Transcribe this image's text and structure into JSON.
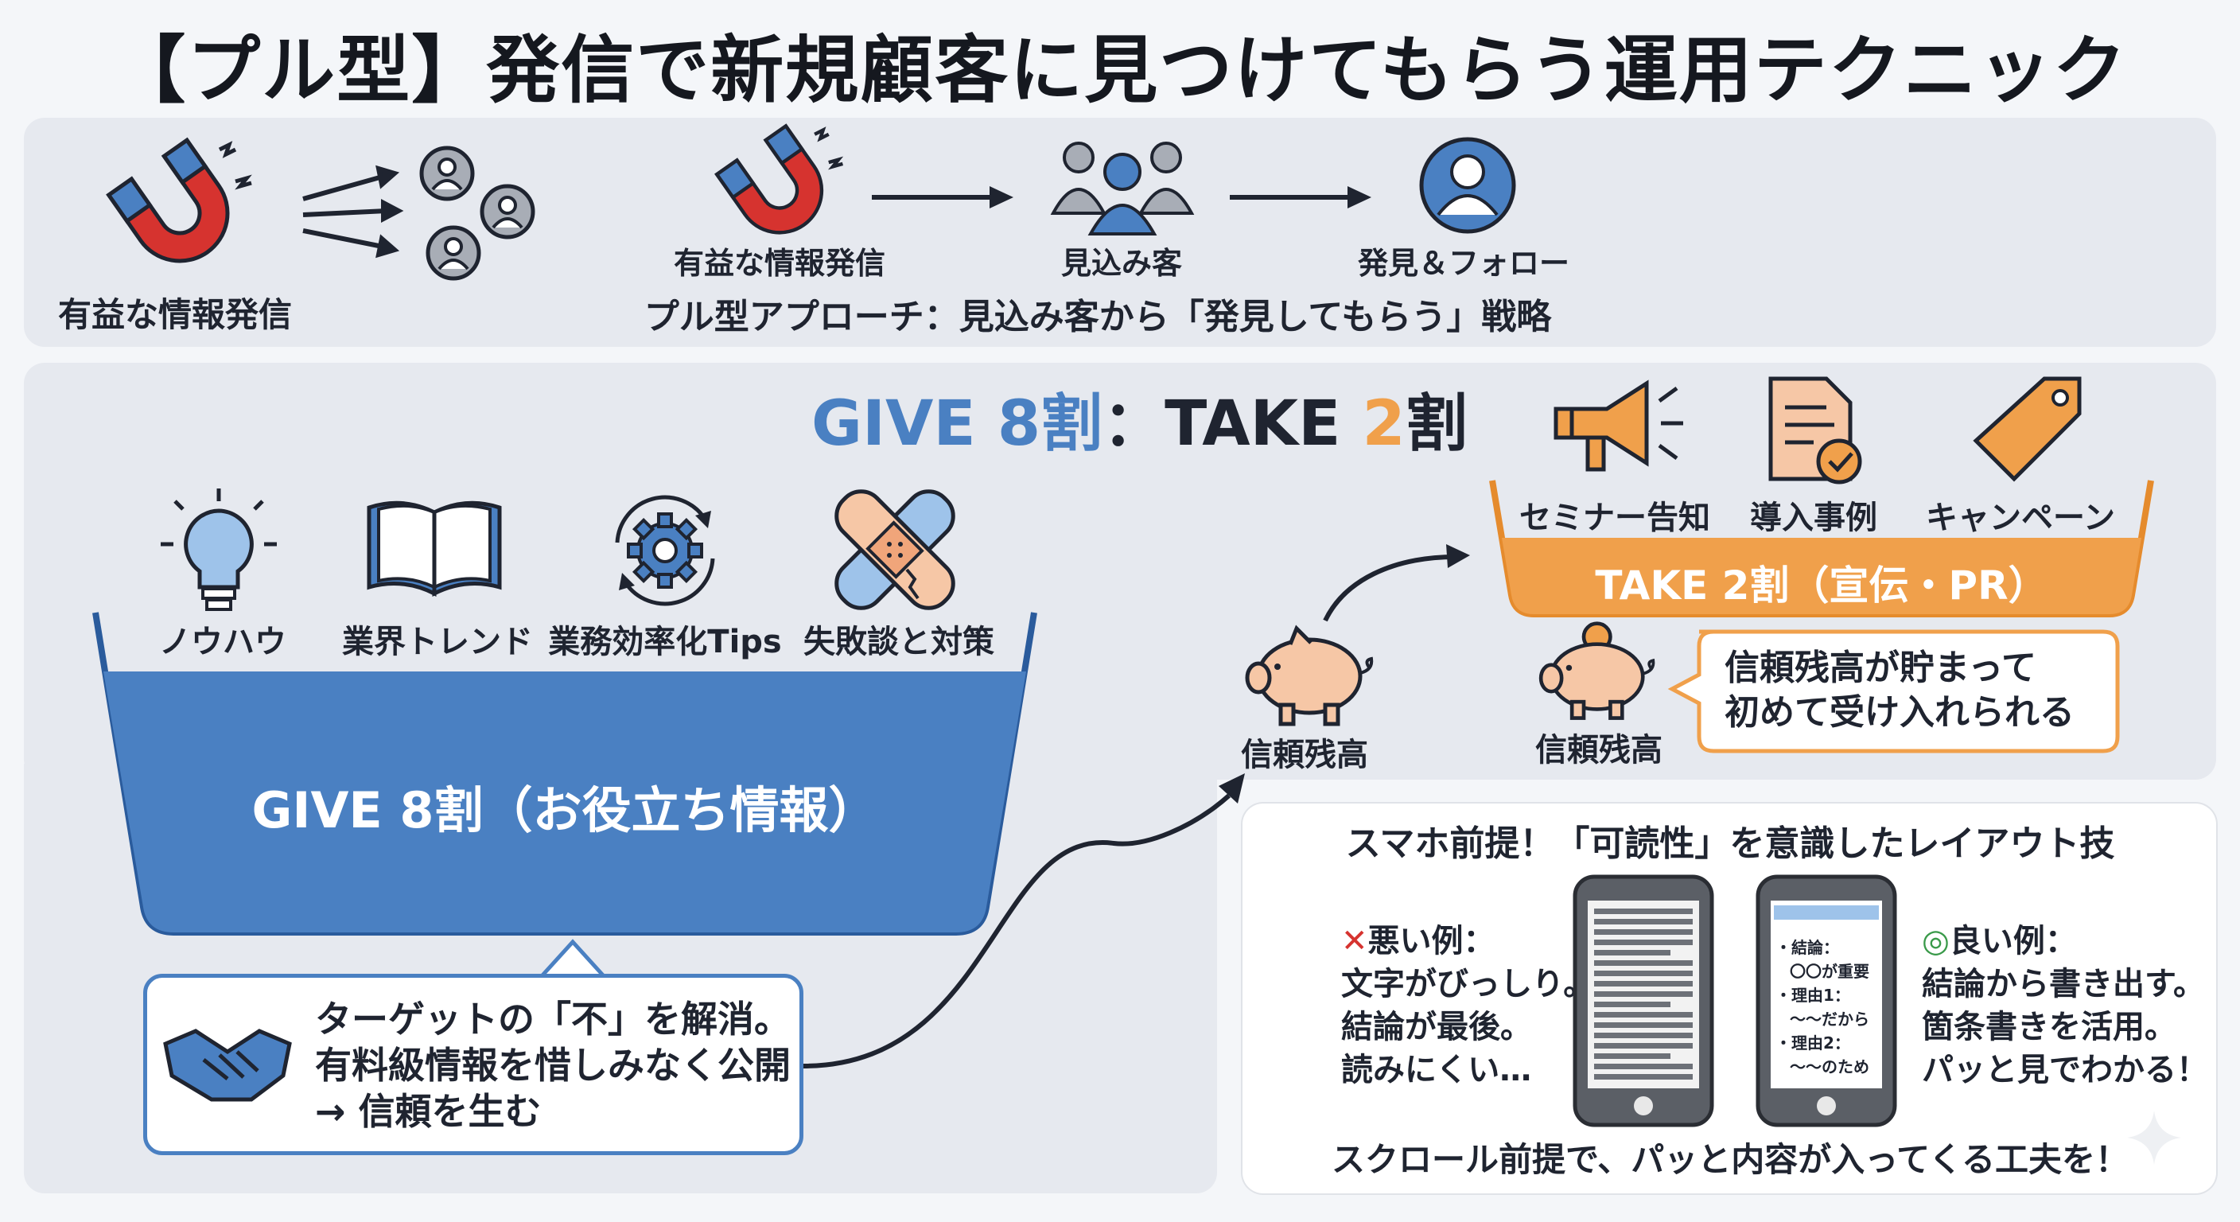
{
  "title": "【プル型】発信で新規顧客に見つけてもらう運用テクニック",
  "pull": {
    "left_label": "有益な情報発信",
    "flow": [
      "有益な情報発信",
      "見込み客",
      "発見＆フォロー"
    ],
    "caption": "プル型アプローチ：見込み客から「発見してもらう」戦略"
  },
  "ratio": {
    "give": "GIVE 8割",
    "sep": "：",
    "take_text": "TAKE ",
    "take_num": "2",
    "take_unit": "割"
  },
  "give": {
    "items": [
      "ノウハウ",
      "業界トレンド",
      "業務効率化Tips",
      "失敗談と対策"
    ],
    "bowl_label": "GIVE 8割（お役立ち情報）",
    "note_lines": [
      "ターゲットの「不」を解消。",
      "有料級情報を惜しみなく公開",
      "→ 信頼を生む"
    ]
  },
  "take": {
    "items": [
      "セミナー告知",
      "導入事例",
      "キャンペーン"
    ],
    "bowl_label": "TAKE 2割（宣伝・PR）"
  },
  "trust": {
    "pig_label_1": "信頼残高",
    "pig_label_2": "信頼残高",
    "bubble_lines": [
      "信頼残高が貯まって",
      "初めて受け入れられる"
    ]
  },
  "mobile": {
    "title": "スマホ前提！「可読性」を意識したレイアウト技",
    "bad_mark": "✕",
    "bad_title": "悪い例：",
    "bad_lines": [
      "文字がびっしり。",
      "結論が最後。",
      "読みにくい…"
    ],
    "good_mark": "◎",
    "good_title": "良い例：",
    "good_lines": [
      "結論から書き出す。",
      "箇条書きを活用。",
      "パッと見でわかる！"
    ],
    "phone_lines": [
      "・結論：",
      "〇〇が重要",
      "・理由1：",
      "〜〜だから",
      "・理由2：",
      "〜〜のため"
    ],
    "footer": "スクロール前提で、パッと内容が入ってくる工夫を！"
  },
  "colors": {
    "blue": "#4a80c2",
    "blue_dark": "#2a5b9c",
    "orange": "#f0a04b",
    "red": "#d6332f",
    "green": "#3a9a4a"
  }
}
